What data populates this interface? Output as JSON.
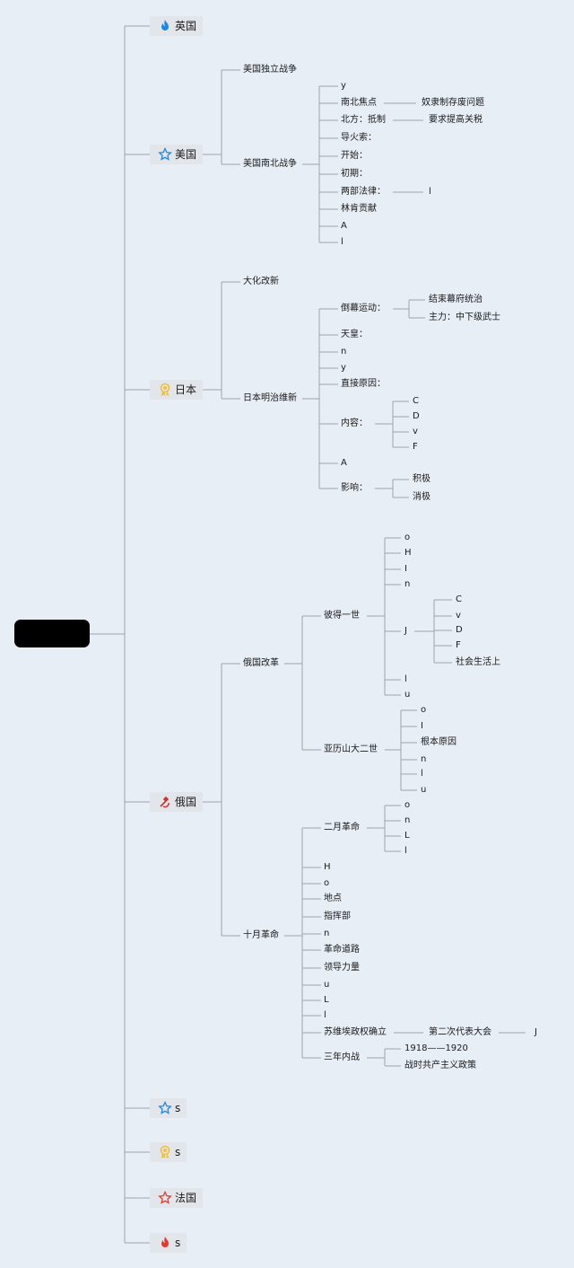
{
  "root": {
    "label": ""
  },
  "countries": [
    {
      "key": "uk",
      "label": "英国",
      "icon": "flame-icon",
      "color": "#1e88e5",
      "children": []
    },
    {
      "key": "us",
      "label": "美国",
      "icon": "star-outline-icon",
      "color": "#1e88e5",
      "children": [
        {
          "label": "美国独立战争",
          "children": []
        },
        {
          "label": "美国南北战争",
          "children": [
            {
              "label": "y"
            },
            {
              "label": "南北焦点",
              "children": [
                {
                  "label": "奴隶制存废问题"
                }
              ]
            },
            {
              "label": "北方：抵制",
              "children": [
                {
                  "label": "要求提高关税"
                }
              ]
            },
            {
              "label": "导火索："
            },
            {
              "label": "开始："
            },
            {
              "label": "初期："
            },
            {
              "label": "两部法律：",
              "children": [
                {
                  "label": "l"
                }
              ]
            },
            {
              "label": "林肯贡献"
            },
            {
              "label": "A"
            },
            {
              "label": "l"
            }
          ]
        }
      ]
    },
    {
      "key": "jp",
      "label": "日本",
      "icon": "award-ribbon-icon",
      "color": "#f0c13a",
      "children": [
        {
          "label": "大化改新",
          "children": []
        },
        {
          "label": "日本明治维新",
          "children": [
            {
              "label": "倒幕运动：",
              "children": [
                {
                  "label": "结束幕府统治"
                },
                {
                  "label": "主力：中下级武士"
                }
              ]
            },
            {
              "label": "天皇："
            },
            {
              "label": "n"
            },
            {
              "label": "y"
            },
            {
              "label": "直接原因："
            },
            {
              "label": "内容：",
              "children": [
                {
                  "label": "C"
                },
                {
                  "label": "D"
                },
                {
                  "label": "v"
                },
                {
                  "label": "F"
                }
              ]
            },
            {
              "label": "A"
            },
            {
              "label": "影响：",
              "children": [
                {
                  "label": "积极"
                },
                {
                  "label": "消极"
                }
              ]
            }
          ]
        }
      ]
    },
    {
      "key": "ru",
      "label": "俄国",
      "icon": "hammer-sickle-icon",
      "color": "#d32f2f",
      "children": [
        {
          "label": "俄国改革",
          "children": [
            {
              "label": "彼得一世",
              "children": [
                {
                  "label": "o"
                },
                {
                  "label": "H"
                },
                {
                  "label": "I"
                },
                {
                  "label": "n"
                },
                {
                  "label": "J",
                  "children": [
                    {
                      "label": "C"
                    },
                    {
                      "label": "v"
                    },
                    {
                      "label": "D"
                    },
                    {
                      "label": "F"
                    },
                    {
                      "label": "社会生活上"
                    }
                  ]
                },
                {
                  "label": "l"
                },
                {
                  "label": "u"
                }
              ]
            },
            {
              "label": "亚历山大二世",
              "children": [
                {
                  "label": "o"
                },
                {
                  "label": "I"
                },
                {
                  "label": "根本原因"
                },
                {
                  "label": "n"
                },
                {
                  "label": "l"
                },
                {
                  "label": "u"
                }
              ]
            }
          ]
        },
        {
          "label": "十月革命",
          "children": [
            {
              "label": "二月革命",
              "children": [
                {
                  "label": "o"
                },
                {
                  "label": "n"
                },
                {
                  "label": "L"
                },
                {
                  "label": "l"
                }
              ]
            },
            {
              "label": "H"
            },
            {
              "label": "o"
            },
            {
              "label": "地点"
            },
            {
              "label": "指挥部"
            },
            {
              "label": "n"
            },
            {
              "label": "革命道路"
            },
            {
              "label": "领导力量"
            },
            {
              "label": "u"
            },
            {
              "label": "L"
            },
            {
              "label": "l"
            },
            {
              "label": "苏维埃政权确立",
              "children": [
                {
                  "label": "第二次代表大会",
                  "children": [
                    {
                      "label": "J"
                    }
                  ]
                }
              ]
            },
            {
              "label": "三年内战",
              "children": [
                {
                  "label": "1918——1920"
                },
                {
                  "label": "战时共产主义政策"
                }
              ]
            }
          ]
        }
      ]
    },
    {
      "key": "c5",
      "label": "s",
      "icon": "star-outline-icon",
      "color": "#1e88e5",
      "children": []
    },
    {
      "key": "c6",
      "label": "s",
      "icon": "award-ribbon-icon",
      "color": "#f0c13a",
      "children": []
    },
    {
      "key": "fr",
      "label": "法国",
      "icon": "star-outline-icon",
      "color": "#e53935",
      "children": []
    },
    {
      "key": "c8",
      "label": "s",
      "icon": "flame-icon",
      "color": "#e53935",
      "children": []
    }
  ]
}
